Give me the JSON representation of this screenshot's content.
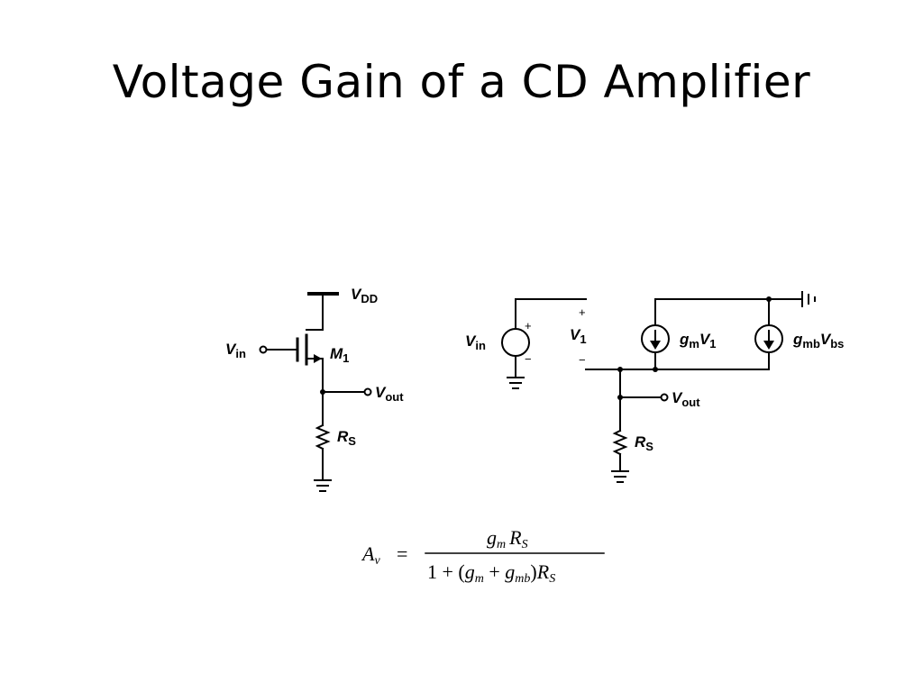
{
  "title": "Voltage Gain of a CD Amplifier",
  "left_circuit": {
    "vdd": {
      "main": "V",
      "sub": "DD"
    },
    "vin": {
      "main": "V",
      "sub": "in"
    },
    "m1": {
      "main": "M",
      "sub": "1"
    },
    "vout": {
      "main": "V",
      "sub": "out"
    },
    "rs": {
      "main": "R",
      "sub": "S"
    }
  },
  "right_circuit": {
    "vin": {
      "main": "V",
      "sub": "in"
    },
    "v1": {
      "main": "V",
      "sub": "1"
    },
    "plus": "+",
    "minus": "−",
    "gmv1": {
      "g": "g",
      "gsub": "m",
      "v": "V",
      "vsub": "1"
    },
    "gmbvbs": {
      "g": "g",
      "gsub": "mb",
      "v": "V",
      "vsub": "bs"
    },
    "vout": {
      "main": "V",
      "sub": "out"
    },
    "rs": {
      "main": "R",
      "sub": "S"
    }
  },
  "equation": {
    "lhs": "A",
    "lhs_sub": "v",
    "equals": "=",
    "numerator_g": "g",
    "numerator_g_sub": "m",
    "numerator_r": "R",
    "numerator_r_sub": "S",
    "den_one": "1 + (",
    "den_g1": "g",
    "den_g1_sub": "m",
    "den_plus": " + ",
    "den_g2": "g",
    "den_g2_sub": "mb",
    "den_close": ")",
    "den_r": "R",
    "den_r_sub": "S"
  }
}
